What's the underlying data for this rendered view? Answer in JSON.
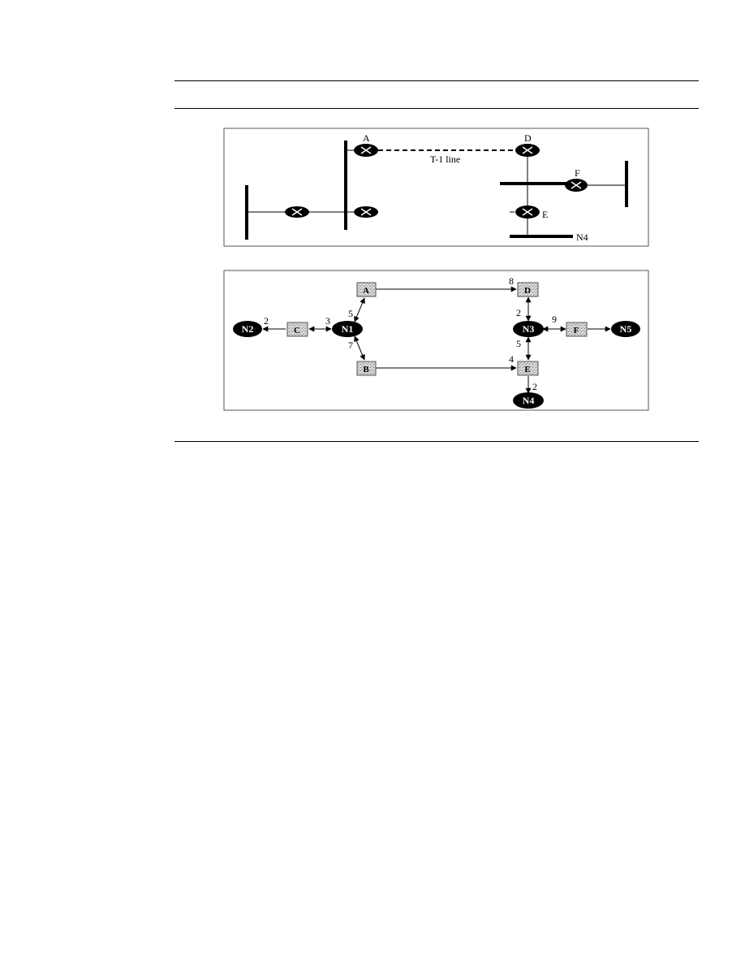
{
  "top_diagram": {
    "routers": [
      {
        "id": "A",
        "label": "A"
      },
      {
        "id": "D",
        "label": "D"
      },
      {
        "id": "E",
        "label": "E"
      },
      {
        "id": "F",
        "label": "F"
      },
      {
        "id": "C",
        "label": ""
      },
      {
        "id": "B",
        "label": ""
      }
    ],
    "link_label": "T-1 line",
    "network_label": "N4"
  },
  "bottom_diagram": {
    "networks": [
      {
        "id": "N1",
        "label": "N1"
      },
      {
        "id": "N2",
        "label": "N2"
      },
      {
        "id": "N3",
        "label": "N3"
      },
      {
        "id": "N4",
        "label": "N4"
      },
      {
        "id": "N5",
        "label": "N5"
      }
    ],
    "routers": [
      {
        "id": "A",
        "label": "A"
      },
      {
        "id": "B",
        "label": "B"
      },
      {
        "id": "C",
        "label": "C"
      },
      {
        "id": "D",
        "label": "D"
      },
      {
        "id": "E",
        "label": "E"
      },
      {
        "id": "F",
        "label": "F"
      }
    ],
    "costs": {
      "n2_c": "2",
      "c_n1": "3",
      "n1_a": "5",
      "n1_b": "7",
      "a_d": "8",
      "d_n3": "2",
      "n3_f": "9",
      "n3_e": "5",
      "b_e": "4",
      "e_n4": "2"
    }
  }
}
